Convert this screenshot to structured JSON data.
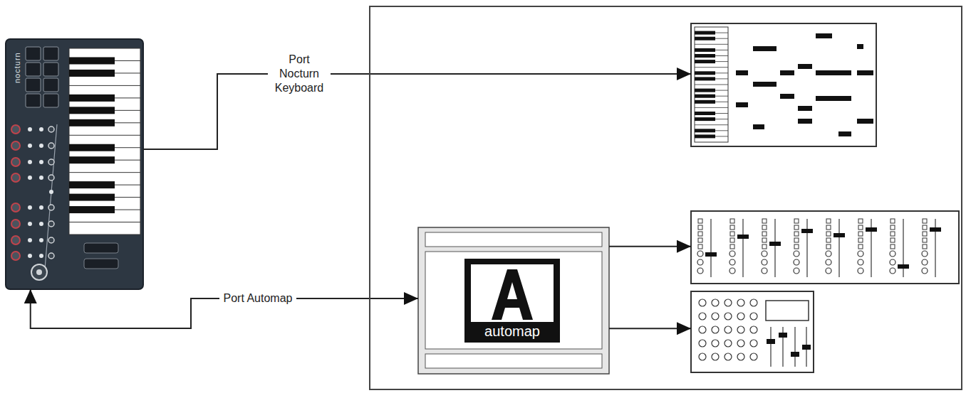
{
  "diagram": {
    "nodes": [
      {
        "text": [
          "nocturn"
        ]
      },
      {
        "text": []
      },
      {
        "text": [],
        "in": 1
      },
      {
        "text": [
          "automap"
        ],
        "in": 1
      },
      {
        "text": [],
        "in": 1
      },
      {
        "text": [],
        "in": 1
      }
    ],
    "edges": [
      {
        "from": 0,
        "to": 2,
        "arrow": "to",
        "label": "Port Nocturn Keyboard"
      },
      {
        "from": 3,
        "to": 0,
        "arrow": "both",
        "label": "Port Automap"
      },
      {
        "from": 3,
        "to": 4,
        "arrow": "to"
      },
      {
        "from": 3,
        "to": 5,
        "arrow": "to"
      }
    ]
  }
}
